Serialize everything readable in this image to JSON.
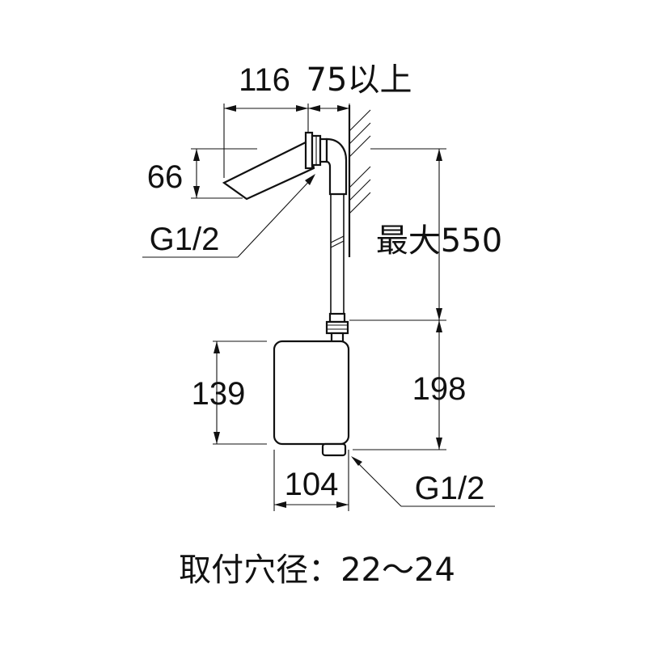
{
  "dimensions": {
    "spout_reach": "116",
    "wall_clearance": "75以上",
    "spout_height": "66",
    "hose_length": "最大550",
    "box_height": "139",
    "box_total_height": "198",
    "box_width": "104"
  },
  "threads": {
    "spout_connection": "G1/2",
    "outlet_connection": "G1/2"
  },
  "mounting_note": "取付穴径：22～24"
}
